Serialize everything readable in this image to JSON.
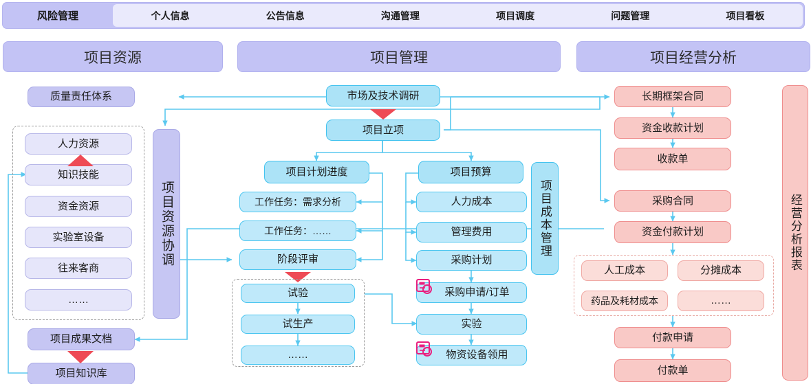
{
  "tabbar": {
    "active_tab": "风险管理",
    "tabs": [
      "个人信息",
      "公告信息",
      "沟通管理",
      "项目调度",
      "问题管理",
      "项目看板"
    ]
  },
  "sections": {
    "resource": "项目资源",
    "management": "项目管理",
    "business": "项目经营分析"
  },
  "resource_column": {
    "quality_system": "质量责任体系",
    "resource_items": [
      "人力资源",
      "知识技能",
      "资金资源",
      "实验室设备",
      "往来客商",
      "……"
    ],
    "coordination": "项目资源协调",
    "outcome_doc": "项目成果文档",
    "knowledge_base": "项目知识库"
  },
  "management_column": {
    "market_research": "市场及技术调研",
    "project_initiation": "项目立项",
    "plan_schedule": "项目计划进度",
    "plan_items": [
      "工作任务：需求分析",
      "工作任务：……",
      "阶段评审"
    ],
    "trial_group": [
      "试验",
      "试生产",
      "……"
    ],
    "budget": "项目预算",
    "budget_items": [
      "人力成本",
      "管理费用",
      "采购计划"
    ],
    "purchase_order": "采购申请/订单",
    "experiment": "实验",
    "material_requisition": "物资设备领用",
    "cost_management": "项目成本管理"
  },
  "business_column": {
    "receivable_chain": [
      "长期框架合同",
      "资金收款计划",
      "收款单"
    ],
    "payable_chain": [
      "采购合同",
      "资金付款计划"
    ],
    "cost_group": [
      "人工成本",
      "分摊成本",
      "药品及耗材成本",
      "……"
    ],
    "payment_chain": [
      "付款申请",
      "付款单"
    ],
    "analysis_report": "经营分析报表"
  },
  "icons": {
    "purchase_doc": "document-icon",
    "requisition_doc": "document-icon"
  },
  "colors": {
    "tab_bar": "#c3c3f5",
    "tab_panel": "#eaeafc",
    "purple_strong": "#c6c6f3",
    "purple_light": "#e6e6fa",
    "blue": "#ace3f7",
    "blue_border": "#44c3ef",
    "pink": "#f9c9c6",
    "pink_light": "#fbddd9",
    "pink_border": "#ef8d8d",
    "connector": "#5ac8ef",
    "red_arrow": "#ee4a55",
    "icon_magenta": "#ea1e7e"
  }
}
